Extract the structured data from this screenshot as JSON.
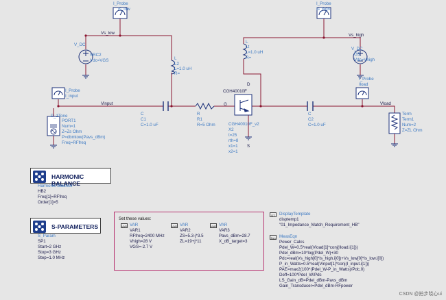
{
  "probes": {
    "is_low": {
      "type": "I_Probe",
      "name": "Is_low"
    },
    "is_high": {
      "type": "I_Probe",
      "name": "Is_high"
    },
    "i_input": {
      "type": "I_Probe",
      "name": "I_input"
    },
    "iload": {
      "type": "I_Probe",
      "name": "Iload"
    }
  },
  "nets": {
    "vs_low": "Vs_low",
    "vs_high": "Vs_high",
    "vinput": "Vinput",
    "vload": "Vload"
  },
  "src2": {
    "type": "V_DC",
    "name": "SRC2",
    "vdc": "Vdc=VGS"
  },
  "g3": {
    "type": "V_DC",
    "name": "G3",
    "vdc": "Vdc=Vhigh"
  },
  "l2": {
    "type": "L",
    "name": "L2",
    "value": "L=1.0 uH",
    "r": "R="
  },
  "lt": {
    "type": "L",
    "name": "Lt",
    "value": "L=1.0 uH",
    "r": "R="
  },
  "port1": {
    "type": "P_1Tone",
    "name": "PORT1",
    "num": "Num=1",
    "z": "Z=Zs Ohm",
    "p": "P=dbmtow(Pavs_dBm)",
    "freq": "Freq=RFfreq"
  },
  "c1": {
    "type": "C",
    "name": "C1",
    "value": "C=1.0 uF"
  },
  "r1": {
    "type": "R",
    "name": "R1",
    "value": "R=5 Ohm"
  },
  "transistor": {
    "model": "CGH40010F",
    "name": "CGH40010F_v2",
    "inst": "X2",
    "t": "t=25",
    "rth": "rth=8",
    "x1": "x1=1",
    "x2": "x2=1",
    "pins": {
      "g": "G",
      "d": "D",
      "s": "S"
    }
  },
  "c2": {
    "type": "C",
    "name": "C2",
    "value": "C=1.0 uF"
  },
  "term1": {
    "type": "Term",
    "name": "Term1",
    "num": "Num=2",
    "z": "Z=ZL Ohm"
  },
  "harmonic_balance": {
    "title": "HARMONIC BALANCE",
    "type": "Harmonic Balance",
    "name": "HB2",
    "freq": "Freq[1]=RFfreq",
    "order": "Order[1]=5"
  },
  "s_parameters": {
    "title": "S-PARAMETERS",
    "type": "S_Param",
    "name": "SP1",
    "start": "Start=2 GHz",
    "stop": "Stop=3 GHz",
    "step": "Step=1.0 MHz"
  },
  "set_values": {
    "title": "Set these values:",
    "var1": {
      "type": "VAR",
      "name": "VAR1",
      "lines": [
        "RFfreq=2400 MHz",
        "Vhigh=28 V",
        "VGS=-2.7 V"
      ]
    },
    "var2": {
      "type": "VAR",
      "name": "VAR2",
      "lines": [
        "ZS=5.3-j*3.5",
        "ZL=19+j*11"
      ]
    },
    "var3": {
      "type": "VAR",
      "name": "VAR3",
      "lines": [
        "Pavs_dBm=28.7",
        "X_dB_target=3"
      ]
    }
  },
  "display_template": {
    "type": "DisplayTemplate",
    "name": "disptemp1",
    "value": "\"01_Impedance_Match_Requirement_HB\""
  },
  "meas_eqn": {
    "type": "MeasEqn",
    "name": "Power_Calcs",
    "lines": [
      "Pdel_W=0.5*real(Vload[1]*conj(Iload.i[1]))",
      "Pdel_dBm=10*log(Pdel_W)+30",
      "Pdc=real(Vs_high[0]*Is_high.i[0])+Vs_low[0]*Is_low.i[0])",
      "P_in_Watts=0.5*real(Vinput[1]*conj(I_input.i[1]))",
      "PAE=max2(100*(Pdel_W-P_in_Watts)/Pdc,0)",
      "Deff=100*Pdel_W/Pdc",
      "LS_Gain_dB=Pdel_dBm-Pavs_dBm",
      "Gain_Transducer=Pdel_dBm-RFpower"
    ]
  },
  "watermark": "CSDN @拍步晓心ui",
  "colors": {
    "background": "#e6e6e6",
    "wire_red": "#8b1530",
    "component_blue": "#1a2f78",
    "text_blue": "#3b78c2",
    "var_border": "#b7306e"
  }
}
